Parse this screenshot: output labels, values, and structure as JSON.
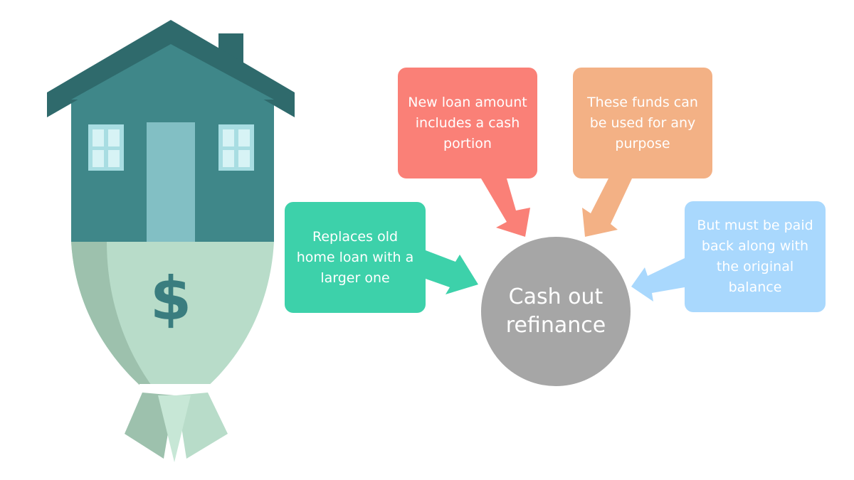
{
  "diagram": {
    "center": {
      "label": "Cash out refinance"
    },
    "callouts": [
      {
        "id": "replace",
        "text": "Replaces old home loan with a larger one",
        "color": "#3dd1aa"
      },
      {
        "id": "new-loan",
        "text": "New loan amount includes a cash portion",
        "color": "#fa8077"
      },
      {
        "id": "funds",
        "text": "These funds can be used for any purpose",
        "color": "#f3b185"
      },
      {
        "id": "payback",
        "text": "But must be paid back along with the original balance",
        "color": "#a9d8fd"
      }
    ],
    "hub_color": "#a6a6a6",
    "illustration": {
      "icon": "house-money-bag-icon",
      "symbol": "$",
      "colors": {
        "roof": "#2f6a6c",
        "wall": "#3f8789",
        "door": "#82bfc4",
        "window": "#d7f3f5",
        "bag": "#b8dcc9",
        "bag_shadow": "#9dc1ad",
        "symbol": "#3a7d7f"
      }
    }
  }
}
